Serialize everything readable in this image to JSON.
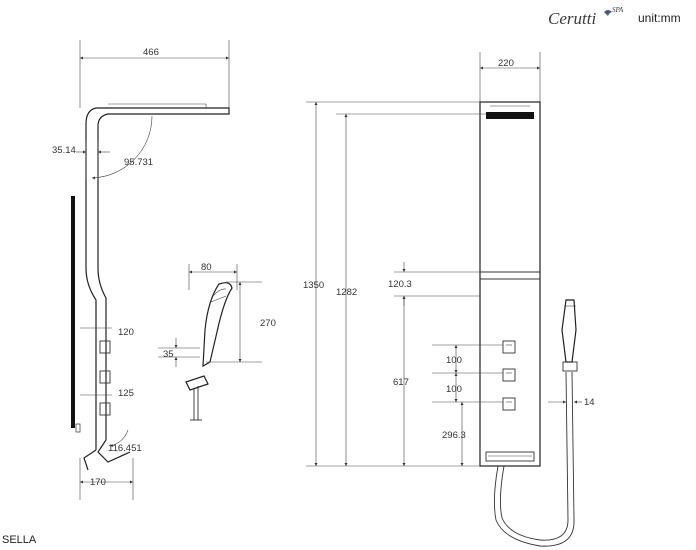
{
  "brand": {
    "name": "Cerutti",
    "superscript": "SPA",
    "unit": "unit:mm"
  },
  "model": "SELLA",
  "watermark": "",
  "side_view": {
    "width_466": "466",
    "offset_35_14": "35.14",
    "angle_95_731": "95.731",
    "gap_120": "120",
    "gap_125": "125",
    "angle_116_451": "116.451",
    "base_170": "170"
  },
  "handshower_view": {
    "width_80": "80",
    "length_270": "270",
    "offset_35": "35"
  },
  "front_view": {
    "width_220": "220",
    "height_1350": "1350",
    "height_1282": "1282",
    "gap_120_3": "120.3",
    "height_617": "617",
    "spacing_100_a": "100",
    "spacing_100_b": "100",
    "base_296_3": "296.3",
    "hose_14": "14"
  }
}
